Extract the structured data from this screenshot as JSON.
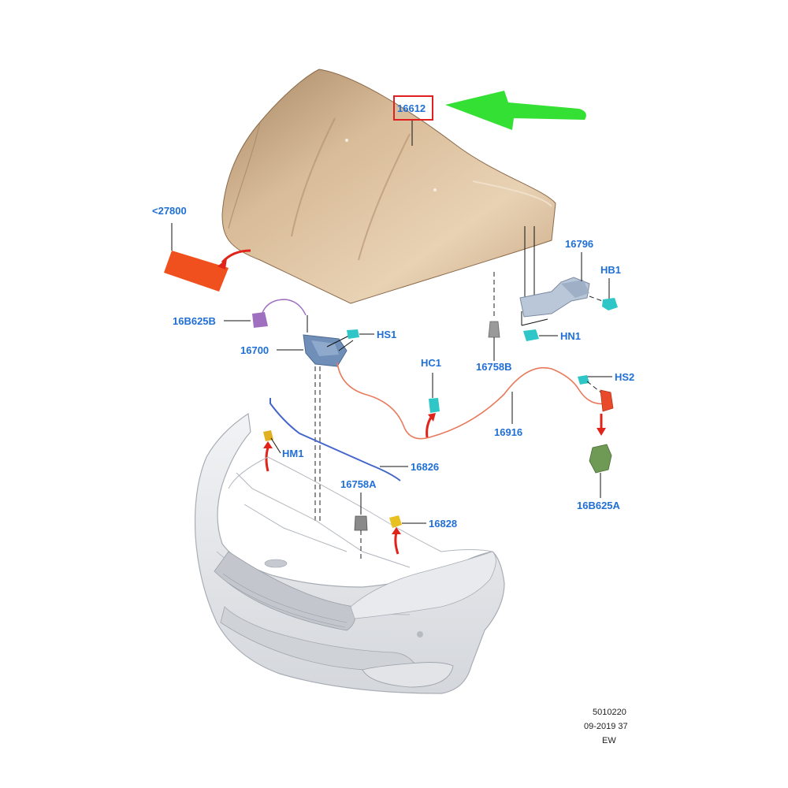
{
  "parts": {
    "hood": "16612",
    "seal_ref": "<27800",
    "hinge": "16796",
    "hinge_bolt": "HB1",
    "hinge_nut": "HN1",
    "cable_end_b": "16B625B",
    "latch": "16700",
    "latch_screw": "HS1",
    "bumper_stop": "16758B",
    "cable_clip": "HC1",
    "release_cable": "16916",
    "handle_screw": "HS2",
    "release_handle": "16B625A",
    "prop_rod": "16826",
    "prop_mount": "HM1",
    "bumper_stop_a": "16758A",
    "prop_clip": "16828"
  },
  "doc_ref": {
    "number": "5010220",
    "date": "09-2019 37",
    "code": "EW"
  },
  "colors": {
    "label": "#1f6fd6",
    "callout_box": "#e02020",
    "green_arrow": "#22dd22",
    "red_arrow": "#e0241a",
    "seal_strip": "#f0501e",
    "cable": "#e8795a",
    "prop_rod": "#4466cc"
  }
}
